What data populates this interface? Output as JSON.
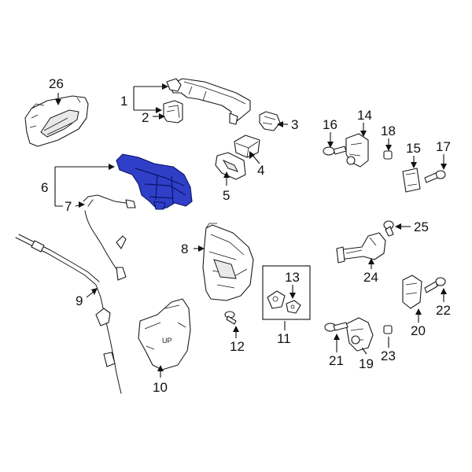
{
  "diagram": {
    "highlight_color": "#2f3fc8",
    "callouts": [
      "1",
      "2",
      "3",
      "4",
      "5",
      "6",
      "7",
      "8",
      "9",
      "10",
      "11",
      "12",
      "13",
      "14",
      "15",
      "16",
      "17",
      "18",
      "19",
      "20",
      "21",
      "22",
      "23",
      "24",
      "25",
      "26"
    ],
    "stamp_text": "UP"
  }
}
